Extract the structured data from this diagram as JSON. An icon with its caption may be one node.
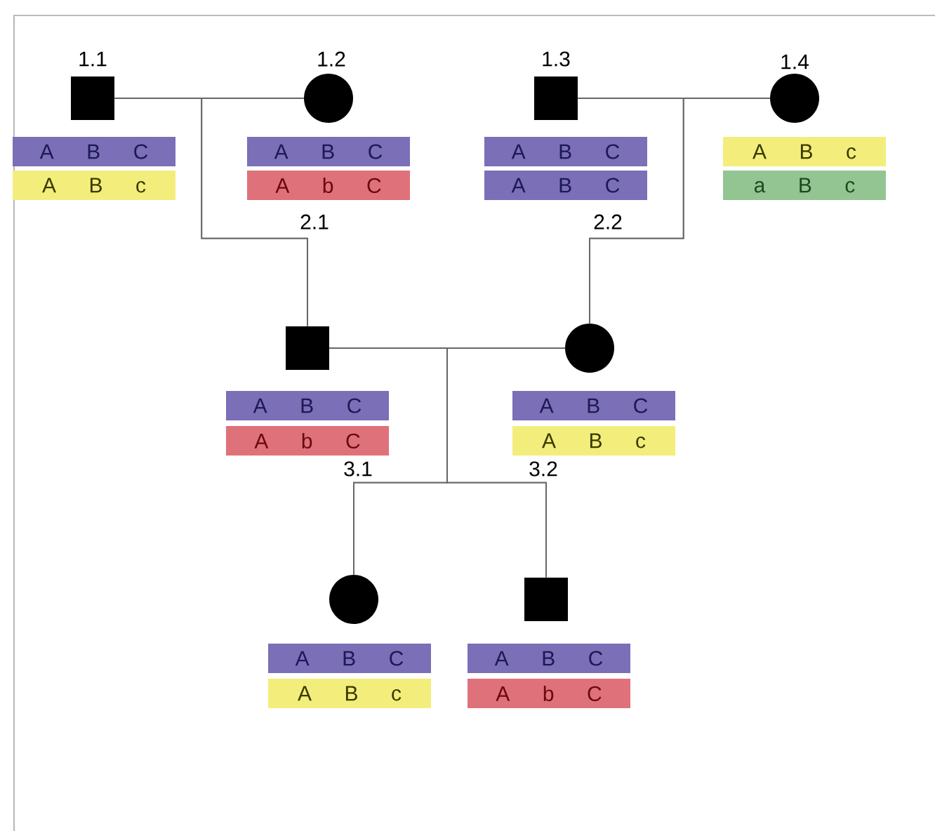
{
  "diagram": {
    "nodes": [
      {
        "text": [],
        "shape": "box"
      },
      {
        "text": [],
        "shape": "circle"
      },
      {
        "text": [],
        "shape": "box"
      },
      {
        "text": [],
        "shape": "circle"
      },
      {
        "text": [],
        "shape": "box"
      },
      {
        "text": [],
        "shape": "circle"
      },
      {
        "text": [],
        "shape": "circle"
      },
      {
        "text": [],
        "shape": "box"
      },
      {
        "text": [
          "A B C"
        ]
      },
      {
        "text": [
          "A B c"
        ]
      },
      {
        "text": [
          "A B C"
        ]
      },
      {
        "text": [
          "A b C"
        ]
      },
      {
        "text": [
          "A B C"
        ]
      },
      {
        "text": [
          "A B C"
        ]
      },
      {
        "text": [
          "A B c"
        ]
      },
      {
        "text": [
          "a B c"
        ]
      },
      {
        "text": [
          "A B C"
        ]
      },
      {
        "text": [
          "A b C"
        ]
      },
      {
        "text": [
          "A B C"
        ]
      },
      {
        "text": [
          "A B c"
        ]
      },
      {
        "text": [
          "A B C"
        ]
      },
      {
        "text": [
          "A B c"
        ]
      },
      {
        "text": [
          "A B C"
        ]
      },
      {
        "text": [
          "A b C"
        ]
      }
    ],
    "edges": [
      {
        "from": 0,
        "to": 1,
        "arrow": "none"
      },
      {
        "from": 0,
        "to": 4,
        "arrow": "none"
      },
      {
        "from": 1,
        "to": 4,
        "arrow": "none"
      },
      {
        "from": 2,
        "to": 3,
        "arrow": "none"
      },
      {
        "from": 2,
        "to": 5,
        "arrow": "none"
      },
      {
        "from": 3,
        "to": 5,
        "arrow": "none"
      },
      {
        "from": 4,
        "to": 5,
        "arrow": "none"
      },
      {
        "from": 4,
        "to": 6,
        "arrow": "none"
      },
      {
        "from": 5,
        "to": 6,
        "arrow": "none"
      },
      {
        "from": 4,
        "to": 7,
        "arrow": "none"
      },
      {
        "from": 5,
        "to": 7,
        "arrow": "none"
      }
    ],
    "labels": [
      "1.1",
      "1.2",
      "1.3",
      "1.4",
      "2.1",
      "2.2",
      "3.1",
      "3.2"
    ]
  }
}
